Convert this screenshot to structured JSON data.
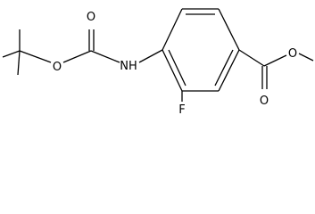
{
  "molecule": {
    "atom_labels": {
      "o_carbamate_carbonyl": "O",
      "o_carbamate_ester": "O",
      "nh": "NH",
      "f": "F",
      "o_ester_carbonyl": "O",
      "o_ester_methoxy": "O"
    },
    "colors": {
      "bond": "#000000",
      "text": "#000000",
      "background": "#ffffff"
    }
  }
}
